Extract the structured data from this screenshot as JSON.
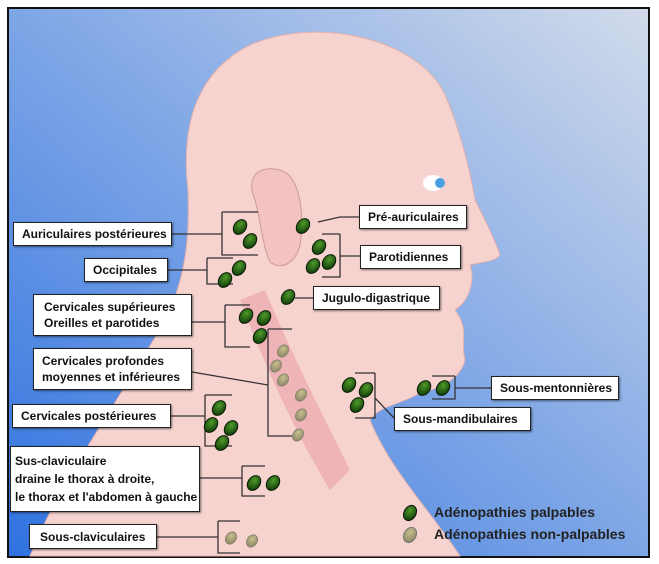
{
  "labels": {
    "auriculaires_posterieures": "Auriculaires postérieures",
    "occipitales": "Occipitales",
    "cervicales_superieures": [
      "Cervicales supérieures",
      "Oreilles et parotides"
    ],
    "cervicales_profondes": [
      "Cervicales profondes",
      "moyennes et inférieures"
    ],
    "cervicales_posterieures": "Cervicales postérieures",
    "sus_claviculaire": [
      "Sus-claviculaire",
      "draine le thorax à droite,",
      "le thorax et l'abdomen à gauche"
    ],
    "sous_claviculaires": "Sous-claviculaires",
    "pre_auriculaires": "Pré-auriculaires",
    "parotidiennes": "Parotidiennes",
    "jugulo_digastrique": "Jugulo-digastrique",
    "sous_mentonnieres": "Sous-mentonnières",
    "sous_mandibulaires": "Sous-mandibulaires"
  },
  "legend": {
    "palpable": "Adénopathies palpables",
    "non_palpable": "Adénopathies non-palpables"
  },
  "colors": {
    "palpable": "#1f5a12",
    "non_palpable": "#a8a07a",
    "skin": "#f6cfcd",
    "background_dark": "#3d7ee0",
    "background_light": "#c9d5e8"
  }
}
